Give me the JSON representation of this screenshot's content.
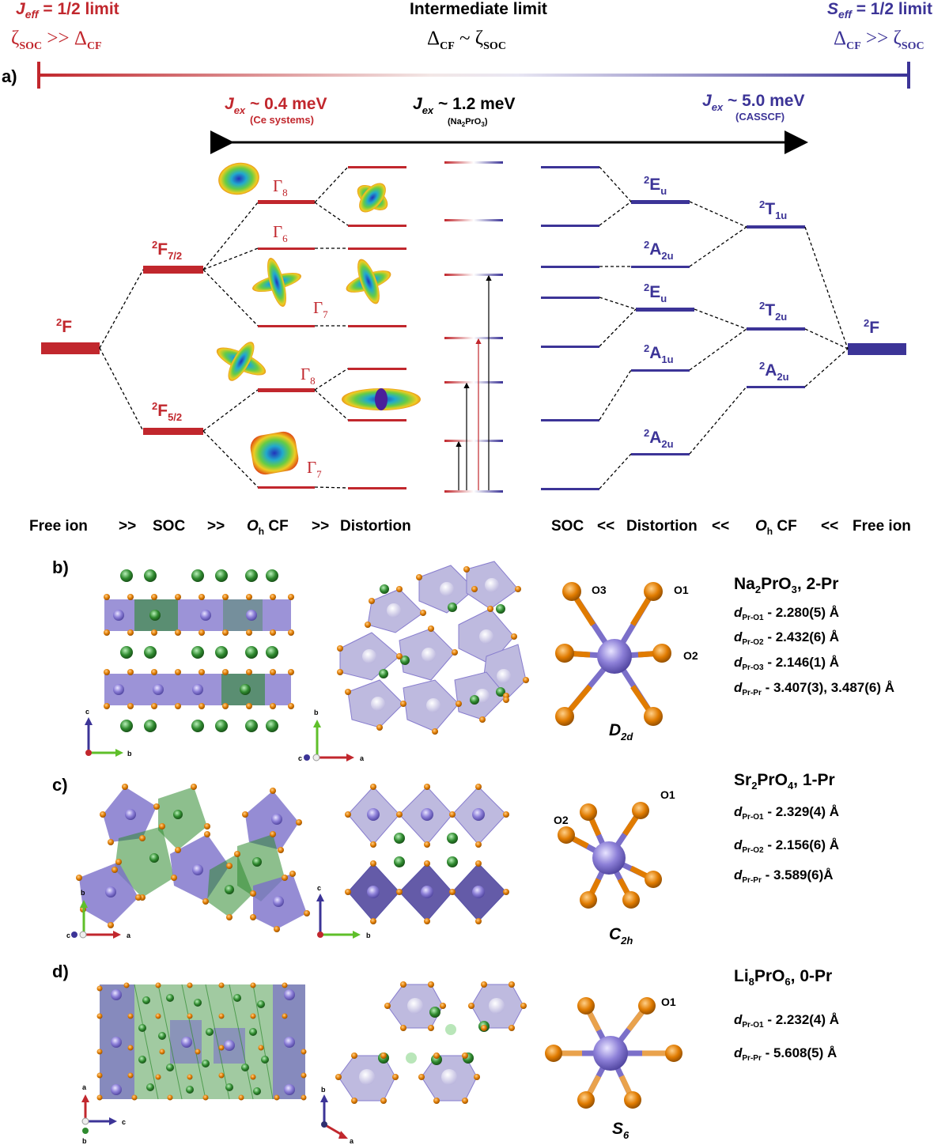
{
  "panel_a": {
    "label": "a)",
    "left_header": {
      "title_sym": "J",
      "title_sub": "eff",
      "title_rest": " = 1/2 limit",
      "rel_a": "ζ",
      "rel_a_sub": "SOC",
      "rel_op": " >> ",
      "rel_b": "Δ",
      "rel_b_sub": "CF"
    },
    "mid_header": {
      "title": "Intermediate limit",
      "rel_a": "Δ",
      "rel_a_sub": "CF",
      "rel_op": " ~ ",
      "rel_b": "ζ",
      "rel_b_sub": "SOC"
    },
    "right_header": {
      "title_sym": "S",
      "title_sub": "eff",
      "title_rest": " = 1/2 limit",
      "rel_a": "Δ",
      "rel_a_sub": "CF",
      "rel_op": " >> ",
      "rel_b": "ζ",
      "rel_b_sub": "SOC"
    },
    "jex_left": {
      "sym": "J",
      "sub": "ex",
      "value": " ~ 0.4 meV",
      "note": "(Ce systems)"
    },
    "jex_mid": {
      "sym": "J",
      "sub": "ex",
      "value": " ~ 1.2 meV",
      "note_a": "(Na",
      "note_b": "2",
      "note_c": "PrO",
      "note_d": "3",
      "note_e": ")"
    },
    "jex_right": {
      "sym": "J",
      "sub": "ex",
      "value": " ~ 5.0 meV",
      "note": "(CASSCF)"
    },
    "left_levels": {
      "free_ion": {
        "sup": "2",
        "main": "F"
      },
      "f72": {
        "sup": "2",
        "main": "F",
        "sub": "7/2"
      },
      "f52": {
        "sup": "2",
        "main": "F",
        "sub": "5/2"
      },
      "gamma8_top": {
        "main": "Γ",
        "sub": "8"
      },
      "gamma6": {
        "main": "Γ",
        "sub": "6"
      },
      "gamma7_top": {
        "main": "Γ",
        "sub": "7"
      },
      "gamma8_bot": {
        "main": "Γ",
        "sub": "8"
      },
      "gamma7_bot": {
        "main": "Γ",
        "sub": "7"
      }
    },
    "right_levels": {
      "eu_top": {
        "sup": "2",
        "main": "E",
        "sub": "u"
      },
      "a2u_top": {
        "sup": "2",
        "main": "A",
        "sub": "2u"
      },
      "eu_mid": {
        "sup": "2",
        "main": "E",
        "sub": "u"
      },
      "a1u": {
        "sup": "2",
        "main": "A",
        "sub": "1u"
      },
      "a2u_bot": {
        "sup": "2",
        "main": "A",
        "sub": "2u"
      },
      "t1u": {
        "sup": "2",
        "main": "T",
        "sub": "1u"
      },
      "t2u": {
        "sup": "2",
        "main": "T",
        "sub": "2u"
      },
      "a2u_oh": {
        "sup": "2",
        "main": "A",
        "sub": "2u"
      },
      "free_ion": {
        "sup": "2",
        "main": "F"
      }
    },
    "bottom_left": {
      "t1": "Free ion",
      "t2": ">>",
      "t3": "SOC",
      "t4": ">>",
      "t5_sym": "O",
      "t5_sub": "h",
      "t5_rest": " CF",
      "t6": ">>",
      "t7": "Distortion"
    },
    "bottom_right": {
      "t1": "SOC",
      "t2": "<<",
      "t3": "Distortion",
      "t4": "<<",
      "t5_sym": "O",
      "t5_sub": "h",
      "t5_rest": " CF",
      "t6": "<<",
      "t7": "Free ion"
    }
  },
  "panel_b": {
    "label": "b)",
    "compound": {
      "a": "Na",
      "b": "2",
      "c": "PrO",
      "d": "3",
      "e": ", 2-Pr"
    },
    "distances": [
      {
        "sym": "d",
        "sub": "Pr-O1",
        "value": " - 2.280(5) Å"
      },
      {
        "sym": "d",
        "sub": "Pr-O2",
        "value": " - 2.432(6) Å"
      },
      {
        "sym": "d",
        "sub": "Pr-O3",
        "value": " - 2.146(1) Å"
      },
      {
        "sym": "d",
        "sub": "Pr-Pr",
        "value": " - 3.407(3), 3.487(6) Å"
      }
    ],
    "symmetry": {
      "main": "D",
      "sub": "2d"
    },
    "site_labels": [
      "O3",
      "O1",
      "O2"
    ],
    "axes1": [
      "c",
      "b"
    ],
    "axes2": [
      "b",
      "c",
      "a"
    ]
  },
  "panel_c": {
    "label": "c)",
    "compound": {
      "a": "Sr",
      "b": "2",
      "c": "PrO",
      "d": "4",
      "e": ", 1-Pr"
    },
    "distances": [
      {
        "sym": "d",
        "sub": "Pr-O1",
        "value": " - 2.329(4) Å"
      },
      {
        "sym": "d",
        "sub": "Pr-O2",
        "value": " - 2.156(6) Å"
      },
      {
        "sym": "d",
        "sub": "Pr-Pr",
        "value": " - 3.589(6)Å"
      }
    ],
    "symmetry": {
      "main": "C",
      "sub": "2h"
    },
    "site_labels": [
      "O1",
      "O2"
    ],
    "axes1": [
      "b",
      "c",
      "a"
    ],
    "axes2": [
      "c",
      "b"
    ]
  },
  "panel_d": {
    "label": "d)",
    "compound": {
      "a": "Li",
      "b": "8",
      "c": "PrO",
      "d": "6",
      "e": ", 0-Pr"
    },
    "distances": [
      {
        "sym": "d",
        "sub": "Pr-O1",
        "value": " - 2.232(4) Å"
      },
      {
        "sym": "d",
        "sub": "Pr-Pr",
        "value": " - 5.608(5) Å"
      }
    ],
    "symmetry": {
      "main": "S",
      "sub": "6"
    },
    "site_labels": [
      "O1"
    ],
    "axes1": [
      "a",
      "c",
      "b"
    ],
    "axes2": [
      "b",
      "a"
    ]
  },
  "colors": {
    "red": "#c1272d",
    "blue": "#3c3497",
    "green": "#2f8a2f",
    "orange": "#e07b00",
    "purple": "#7b6fc9"
  }
}
